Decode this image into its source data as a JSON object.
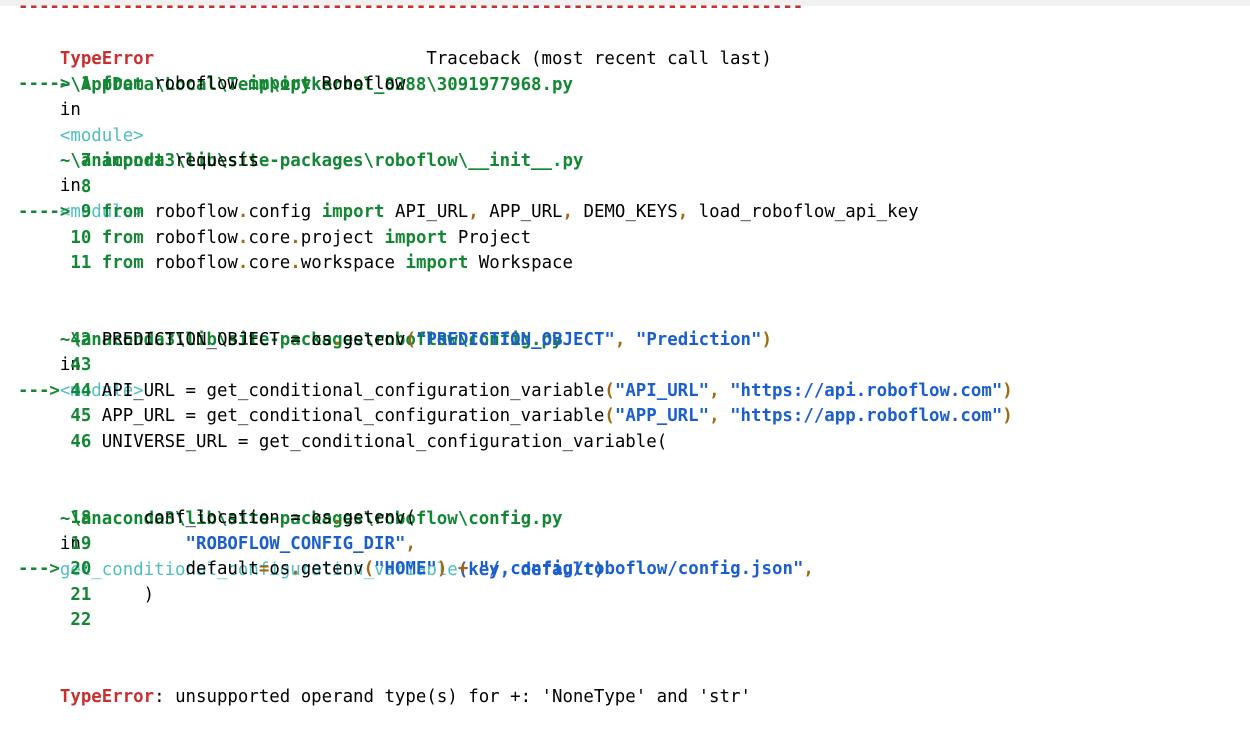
{
  "traceback": {
    "separator": "---------------------------------------------------------------------------",
    "header_left": "TypeError",
    "header_right": "Traceback (most recent call last)",
    "frames": [
      {
        "path": "~\\AppData\\Local\\Temp\\ipykernel_8288\\3091977968.py",
        "in": "in",
        "scope": "<module>",
        "lines": [
          {
            "marker": "----> 1",
            "tokens": [
              {
                "t": "from",
                "c": "green"
              },
              {
                "t": " roboflow ",
                "c": ""
              },
              {
                "t": "import",
                "c": "green"
              },
              {
                "t": " Roboflow",
                "c": ""
              }
            ]
          }
        ]
      },
      {
        "path": "~\\anaconda3\\lib\\site-packages\\roboflow\\__init__.py",
        "in": "in",
        "scope": "<module>",
        "lines": [
          {
            "marker": "      7",
            "tokens": [
              {
                "t": "import",
                "c": "green"
              },
              {
                "t": " requests",
                "c": ""
              }
            ]
          },
          {
            "marker": "      8",
            "tokens": []
          },
          {
            "marker": "----> 9",
            "tokens": [
              {
                "t": "from",
                "c": "green"
              },
              {
                "t": " roboflow",
                "c": ""
              },
              {
                "t": ".",
                "c": "op"
              },
              {
                "t": "config ",
                "c": ""
              },
              {
                "t": "import",
                "c": "green"
              },
              {
                "t": " API_URL",
                "c": ""
              },
              {
                "t": ",",
                "c": "op"
              },
              {
                "t": " APP_URL",
                "c": ""
              },
              {
                "t": ",",
                "c": "op"
              },
              {
                "t": " DEMO_KEYS",
                "c": ""
              },
              {
                "t": ",",
                "c": "op"
              },
              {
                "t": " load_roboflow_api_key",
                "c": ""
              }
            ]
          },
          {
            "marker": "     10",
            "tokens": [
              {
                "t": "from",
                "c": "green"
              },
              {
                "t": " roboflow",
                "c": ""
              },
              {
                "t": ".",
                "c": "op"
              },
              {
                "t": "core",
                "c": ""
              },
              {
                "t": ".",
                "c": "op"
              },
              {
                "t": "project ",
                "c": ""
              },
              {
                "t": "import",
                "c": "green"
              },
              {
                "t": " Project",
                "c": ""
              }
            ]
          },
          {
            "marker": "     11",
            "tokens": [
              {
                "t": "from",
                "c": "green"
              },
              {
                "t": " roboflow",
                "c": ""
              },
              {
                "t": ".",
                "c": "op"
              },
              {
                "t": "core",
                "c": ""
              },
              {
                "t": ".",
                "c": "op"
              },
              {
                "t": "workspace ",
                "c": ""
              },
              {
                "t": "import",
                "c": "green"
              },
              {
                "t": " Workspace",
                "c": ""
              }
            ]
          }
        ]
      },
      {
        "path": "~\\anaconda3\\lib\\site-packages\\roboflow\\config.py",
        "in": "in",
        "scope": "<module>",
        "lines": [
          {
            "marker": "     42",
            "tokens": [
              {
                "t": "PREDICTION_OBJECT ",
                "c": ""
              },
              {
                "t": "=",
                "c": ""
              },
              {
                "t": " os",
                "c": ""
              },
              {
                "t": ".",
                "c": "op"
              },
              {
                "t": "getenv",
                "c": ""
              },
              {
                "t": "(",
                "c": "op"
              },
              {
                "t": "\"PREDICTION_OBJECT\"",
                "c": "blue"
              },
              {
                "t": ",",
                "c": "op"
              },
              {
                "t": " ",
                "c": ""
              },
              {
                "t": "\"Prediction\"",
                "c": "blue"
              },
              {
                "t": ")",
                "c": "op"
              }
            ]
          },
          {
            "marker": "     43",
            "tokens": []
          },
          {
            "marker": "---> 44",
            "tokens": [
              {
                "t": "API_URL ",
                "c": ""
              },
              {
                "t": "=",
                "c": ""
              },
              {
                "t": " get_conditional_configuration_variable",
                "c": ""
              },
              {
                "t": "(",
                "c": "op"
              },
              {
                "t": "\"API_URL\"",
                "c": "blue"
              },
              {
                "t": ",",
                "c": "op"
              },
              {
                "t": " ",
                "c": ""
              },
              {
                "t": "\"https://api.roboflow.com\"",
                "c": "blue"
              },
              {
                "t": ")",
                "c": "op"
              }
            ]
          },
          {
            "marker": "     45",
            "tokens": [
              {
                "t": "APP_URL ",
                "c": ""
              },
              {
                "t": "=",
                "c": ""
              },
              {
                "t": " get_conditional_configuration_variable",
                "c": ""
              },
              {
                "t": "(",
                "c": "op"
              },
              {
                "t": "\"APP_URL\"",
                "c": "blue"
              },
              {
                "t": ",",
                "c": "op"
              },
              {
                "t": " ",
                "c": ""
              },
              {
                "t": "\"https://app.roboflow.com\"",
                "c": "blue"
              },
              {
                "t": ")",
                "c": "op"
              }
            ]
          },
          {
            "marker": "     46",
            "tokens": [
              {
                "t": "UNIVERSE_URL ",
                "c": ""
              },
              {
                "t": "=",
                "c": ""
              },
              {
                "t": " get_conditional_configuration_variable",
                "c": ""
              },
              {
                "t": "(",
                "c": ""
              }
            ]
          }
        ]
      },
      {
        "path": "~\\anaconda3\\lib\\site-packages\\roboflow\\config.py",
        "in": "in",
        "scope": "get_conditional_configuration_variable",
        "args": "(key, default)",
        "lines": [
          {
            "marker": "     18",
            "tokens": [
              {
                "t": "    conf_location ",
                "c": ""
              },
              {
                "t": "=",
                "c": ""
              },
              {
                "t": " os",
                "c": ""
              },
              {
                "t": ".",
                "c": "op"
              },
              {
                "t": "getenv",
                "c": ""
              },
              {
                "t": "(",
                "c": ""
              }
            ]
          },
          {
            "marker": "     19",
            "tokens": [
              {
                "t": "        ",
                "c": ""
              },
              {
                "t": "\"ROBOFLOW_CONFIG_DIR\"",
                "c": "blue"
              },
              {
                "t": ",",
                "c": "op"
              }
            ]
          },
          {
            "marker": "---> 20",
            "tokens": [
              {
                "t": "        default",
                "c": ""
              },
              {
                "t": "=",
                "c": "op"
              },
              {
                "t": "os",
                "c": ""
              },
              {
                "t": ".",
                "c": "op"
              },
              {
                "t": "getenv",
                "c": ""
              },
              {
                "t": "(",
                "c": "op"
              },
              {
                "t": "\"HOME\"",
                "c": "blue"
              },
              {
                "t": ")",
                "c": "op"
              },
              {
                "t": " ",
                "c": ""
              },
              {
                "t": "+",
                "c": "op"
              },
              {
                "t": " ",
                "c": ""
              },
              {
                "t": "\"/.config/roboflow/config.json\"",
                "c": "blue"
              },
              {
                "t": ",",
                "c": "op"
              }
            ]
          },
          {
            "marker": "     21",
            "tokens": [
              {
                "t": "    )",
                "c": ""
              }
            ]
          },
          {
            "marker": "     22",
            "tokens": []
          }
        ]
      }
    ],
    "final_error": {
      "name": "TypeError",
      "message": ": unsupported operand type(s) for +: 'NoneType' and 'str'"
    }
  },
  "colors": {
    "error_red": "#c8302e",
    "path_green": "#148734",
    "scope_cyan": "#4fbfbf",
    "string_blue": "#1b5fcf",
    "operator_orange": "#a2670f"
  }
}
